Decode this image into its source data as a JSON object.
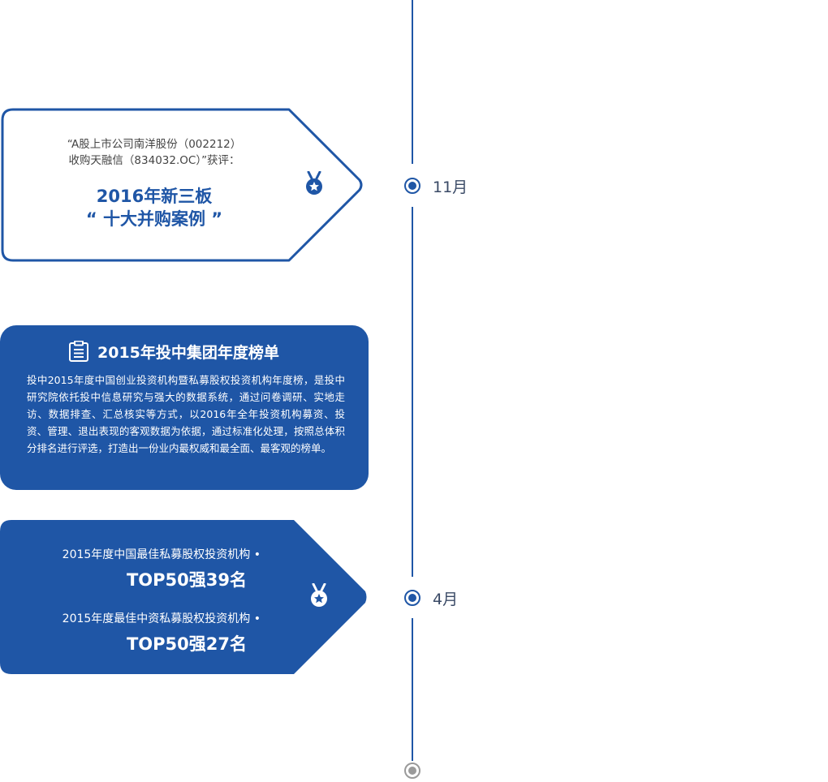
{
  "timeline": {
    "nodes": [
      {
        "label": "11月"
      },
      {
        "label": "4月"
      }
    ]
  },
  "card_merger": {
    "quote_line1": "“A股上市公司南洋股份（002212）",
    "quote_line2": "收购天融信（834032.OC）”获评：",
    "award_line1": "2016年新三板",
    "award_line2": "“ 十大并购案例 ”",
    "icon": "medal-icon"
  },
  "card_ranking": {
    "title": "2015年投中集团年度榜单",
    "icon": "clipboard-icon",
    "body": "投中2015年度中国创业投资机构暨私募股权投资机构年度榜，是投中研究院依托投中信息研究与强大的数据系统，通过问卷调研、实地走访、数据排查、汇总核实等方式，以2016年全年投资机构募资、投资、管理、退出表现的客观数据为依据，通过标准化处理，按照总体积分排名进行评选，打造出一份业内最权威和最全面、最客观的榜单。"
  },
  "card_top50": {
    "icon": "medal-icon",
    "items": [
      {
        "label": "2015年度中国最佳私募股权投资机构 •",
        "rank": "TOP50强39名"
      },
      {
        "label": "2015年度最佳中资私募股权投资机构 •",
        "rank": "TOP50强27名"
      }
    ]
  },
  "colors": {
    "primary": "#1f56a6",
    "muted": "#9a9a9a"
  }
}
